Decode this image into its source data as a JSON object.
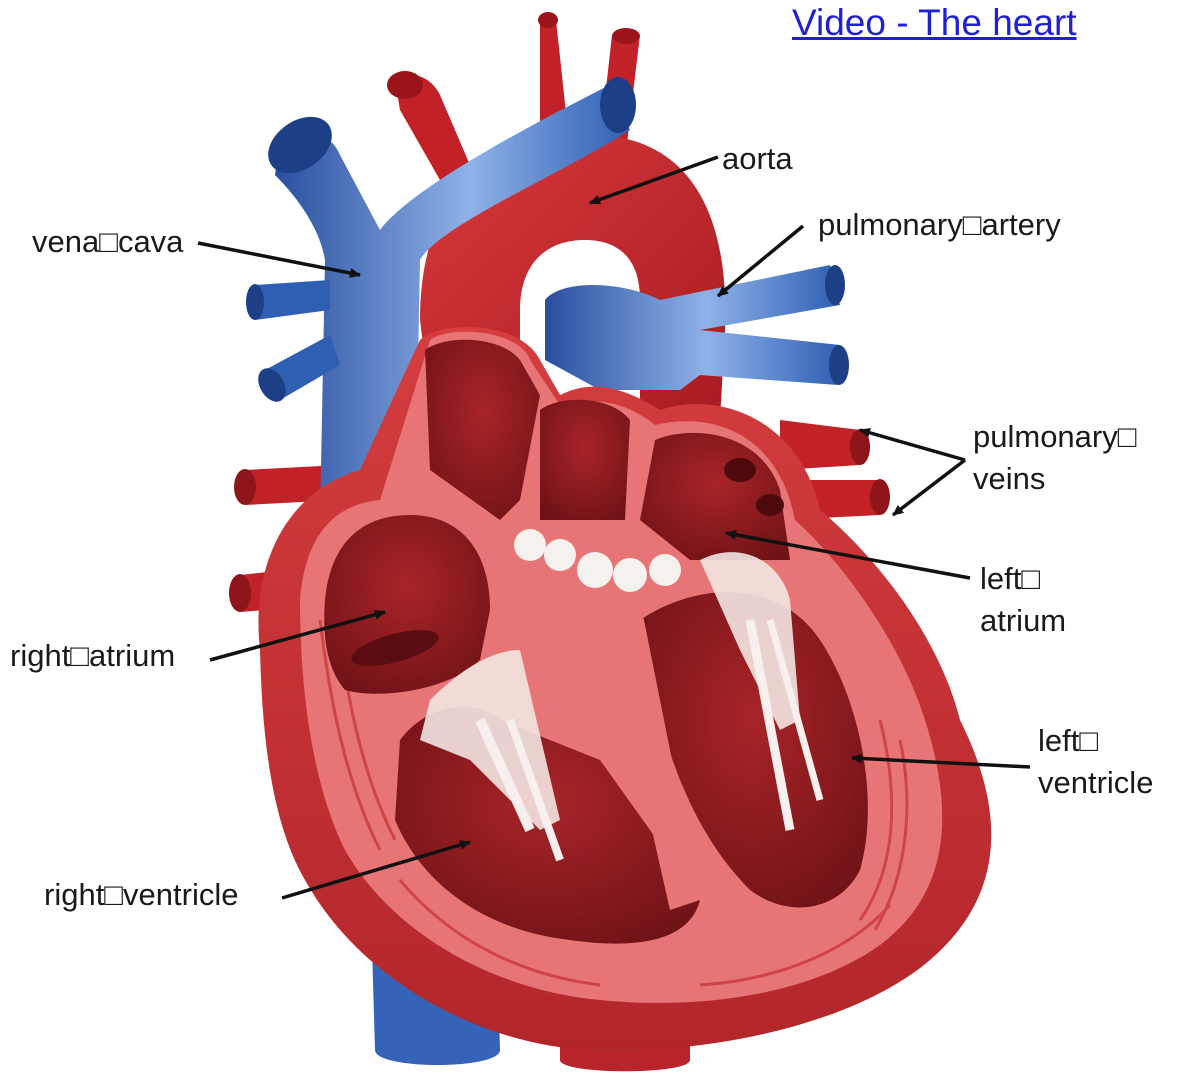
{
  "link": {
    "text": "Video - The heart"
  },
  "labels": {
    "aorta": "aorta",
    "vena_cava": "vena□cava",
    "pulmonary_artery": "pulmonary□artery",
    "pulmonary_veins_1": "pulmonary□",
    "pulmonary_veins_2": "veins",
    "left_atrium_1": "left□",
    "left_atrium_2": "atrium",
    "right_atrium": "right□atrium",
    "left_ventricle_1": "left□",
    "left_ventricle_2": "ventricle",
    "right_ventricle": "right□ventricle"
  },
  "colors": {
    "vein_blue": "#2f5fb3",
    "artery_red": "#c8262c",
    "muscle_light": "#e36a6a",
    "chamber_dark": "#8e1a1e",
    "valve_white": "#f4f1ee",
    "link_blue": "#1f1fd6"
  }
}
